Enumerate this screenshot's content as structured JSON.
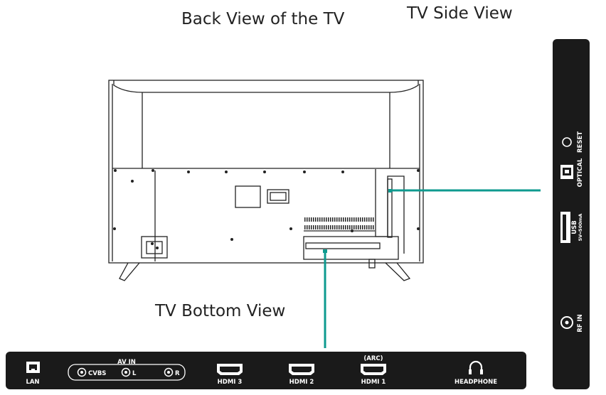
{
  "titles": {
    "back": "Back View of the TV",
    "side": "TV Side View",
    "bottom": "TV Bottom View"
  },
  "bottom_panel": {
    "lan": "LAN",
    "av_in": "AV IN",
    "cvbs": "CVBS",
    "l": "L",
    "r": "R",
    "hdmi3": "HDMI 3",
    "hdmi2": "HDMI 2",
    "arc": "(ARC)",
    "hdmi1": "HDMI 1",
    "headphone": "HEADPHONE"
  },
  "side_panel": {
    "reset": "RESET",
    "optical": "OPTICAL",
    "usb": "USB",
    "usb_rating": "5V═500mA",
    "rf_in": "RF IN"
  },
  "colors": {
    "callout": "#0e9a8f",
    "panel": "#1a1a1a",
    "outline": "#222222"
  }
}
